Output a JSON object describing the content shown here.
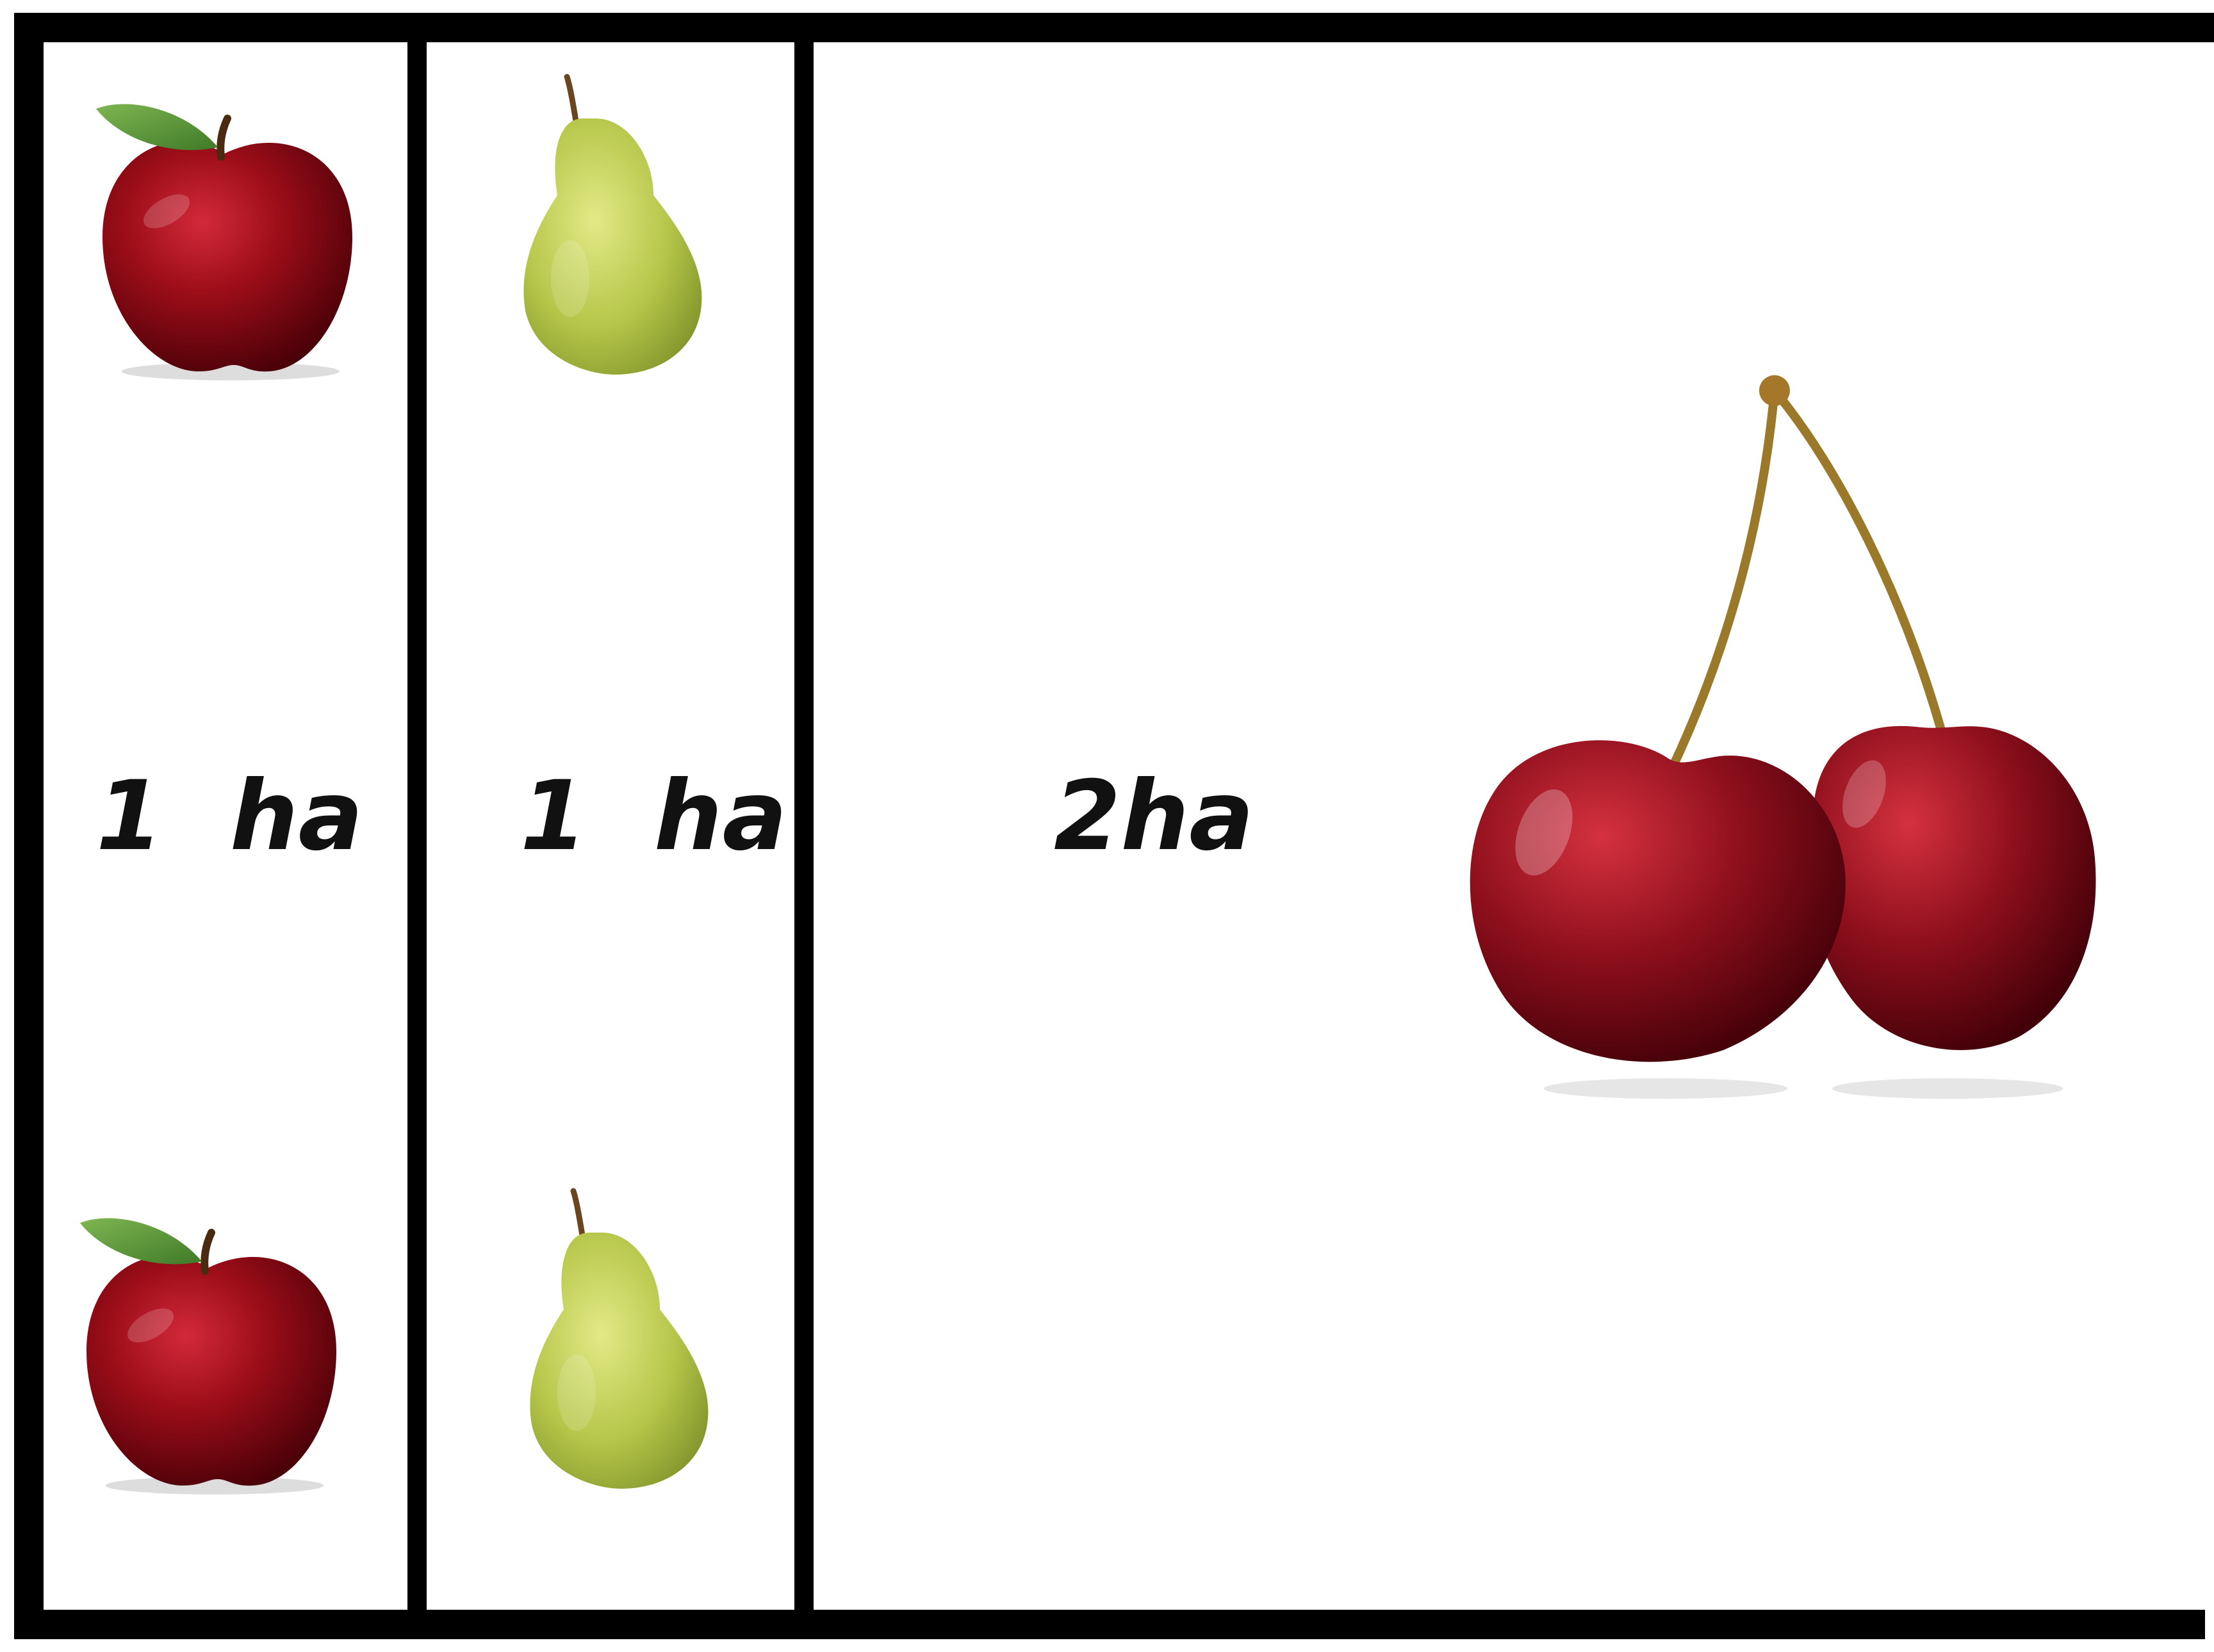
{
  "plots": [
    {
      "fruit": "apple",
      "label": "1  ha"
    },
    {
      "fruit": "pear",
      "label": "1  ha"
    },
    {
      "fruit": "cherry",
      "label": "2ha"
    }
  ],
  "icons": {
    "apple": "apple-icon",
    "pear": "pear-icon",
    "cherry": "cherries-icon"
  },
  "colors": {
    "apple_red": "#9b0d18",
    "pear_green": "#b6c64a",
    "cherry_red": "#8e0f1c",
    "leaf_green": "#5d9a3a",
    "border": "#000000"
  }
}
